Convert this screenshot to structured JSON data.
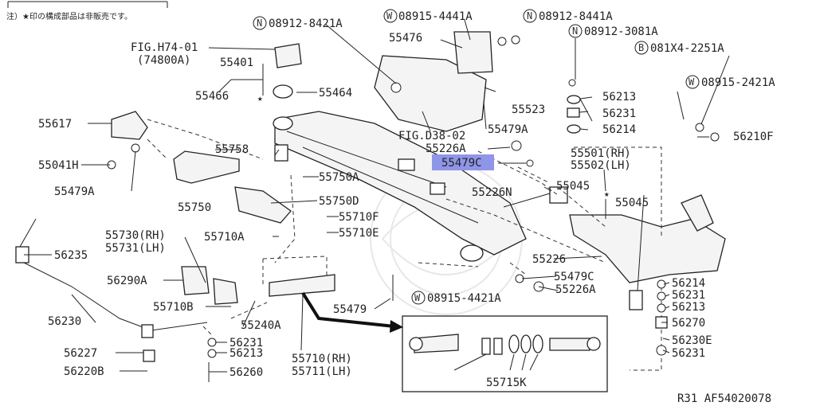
{
  "note": {
    "text": "注）★印の構成部品は非販売です。"
  },
  "marks": {
    "star": "★"
  },
  "markers": {
    "n": "N",
    "w": "W",
    "b": "B"
  },
  "labels": {
    "p08912_8421A": "08912-8421A",
    "p08915_4441A": "08915-4441A",
    "p08912_8441A": "08912-8441A",
    "p08912_3081A": "08912-3081A",
    "p081X4_2251A": "081X4-2251A",
    "p08915_2421A": "08915-2421A",
    "p08915_4421A": "08915-4421A",
    "fig_h74": "FIG.H74-01",
    "p74800A": "(74800A)",
    "p55401": "55401",
    "p55476": "55476",
    "p55466": "55466",
    "p55464": "55464",
    "p55617": "55617",
    "p55523": "55523",
    "p55479A": "55479A",
    "fig_d38": "FIG.D38-02",
    "p55226A": "55226A",
    "p55479C": "55479C",
    "p56213": "56213",
    "p56231": "56231",
    "p56214": "56214",
    "p56210F": "56210F",
    "p55501": "55501(RH)",
    "p55502": "55502(LH)",
    "p55758": "55758",
    "p55041H": "55041H",
    "p55750A": "55750A",
    "p55045": "55045",
    "p55226N": "55226N",
    "p55750D": "55750D",
    "p55750": "55750",
    "p55710F": "55710F",
    "p55730": "55730(RH)",
    "p55710A": "55710A",
    "p55710E": "55710E",
    "p55731": "55731(LH)",
    "p56235": "56235",
    "p55226": "55226",
    "p56290A": "56290A",
    "p55710B": "55710B",
    "p55479": "55479",
    "p56230": "56230",
    "p56270": "56270",
    "p55240A": "55240A",
    "p56230E": "56230E",
    "p56227": "56227",
    "p55710": "55710(RH)",
    "p56220B": "56220B",
    "p56260": "56260",
    "p55711": "55711(LH)",
    "p55715K": "55715K"
  },
  "footer": {
    "code": "R31 AF54020078"
  },
  "colors": {
    "highlight": "#8f95e8",
    "line": "#222222",
    "background": "#ffffff"
  }
}
